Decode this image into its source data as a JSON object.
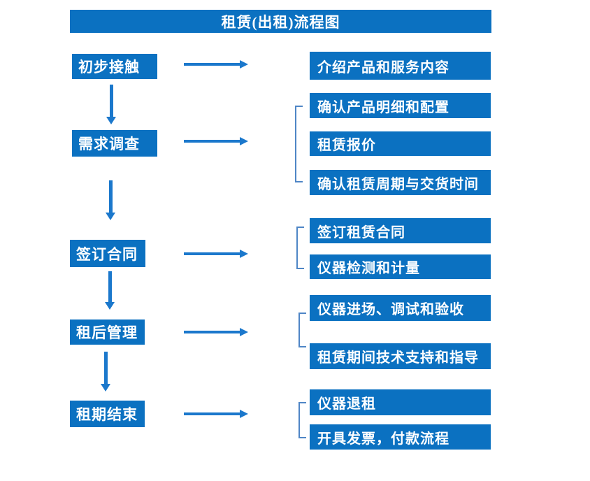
{
  "title": "租赁(出租)流程图",
  "colors": {
    "box_blue": "#0b71c1",
    "arrow_blue": "#1b78cc",
    "bracket_blue": "#4f86c6",
    "text_white": "#ffffff"
  },
  "flow": [
    {
      "stage": "初步接触",
      "details": [
        "介绍产品和服务内容"
      ]
    },
    {
      "stage": "需求调查",
      "details": [
        "确认产品明细和配置",
        "租赁报价",
        "确认租赁周期与交货时间"
      ]
    },
    {
      "stage": "签订合同",
      "details": [
        "签订租赁合同",
        "仪器检测和计量"
      ]
    },
    {
      "stage": "租后管理",
      "details": [
        "仪器进场、调试和验收",
        "租赁期间技术支持和指导"
      ]
    },
    {
      "stage": "租期结束",
      "details": [
        "仪器退租",
        "开具发票，付款流程"
      ]
    }
  ]
}
